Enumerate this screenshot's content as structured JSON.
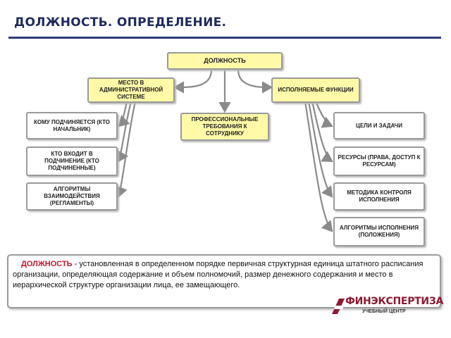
{
  "page": {
    "title": "ДОЛЖНОСТЬ. ОПРЕДЕЛЕНИЕ."
  },
  "diagram": {
    "root": "ДОЛЖНОСТЬ",
    "place": "МЕСТО В АДМИНИСТРАТИВНОЙ СИСТЕМЕ",
    "functions": "ИСПОЛНЯЕМЫЕ ФУНКЦИИ",
    "requirements": "ПРОФЕССИОНАЛЬНЫЕ ТРЕБОВАНИЯ К СОТРУДНИКУ",
    "left": [
      "КОМУ ПОДЧИНЯЕТСЯ (КТО НАЧАЛЬНИК)",
      "КТО ВХОДИТ В ПОДЧИНЕНИЕ (КТО ПОДЧИНЕННЫЕ)",
      "АЛГОРИТМЫ ВЗАИМОДЕЙСТВИЯ (РЕГЛАМЕНТЫ)"
    ],
    "right": [
      "ЦЕЛИ И ЗАДАЧИ",
      "РЕСУРСЫ (ПРАВА, ДОСТУП К РЕСУРСАМ)",
      "МЕТОДИКА КОНТРОЛЯ ИСПОЛНЕНИЯ",
      "АЛГОРИТМЫ ИСПОЛНЕНИЯ (ПОЛОЖЕНИЯ)"
    ]
  },
  "definition": {
    "term": "ДОЛЖНОСТЬ",
    "text": " - установленная в определенном порядке первичная структурная единица штатного расписания организации, определяющая содержание и объем полномочий, размер денежного содержания и место в иерархической структуре организации лица, ее замещающего."
  },
  "logo": {
    "name": "ФИНЭКСПЕРТИЗА",
    "subtitle": "УЧЕБНЫЙ ЦЕНТР"
  },
  "colors": {
    "accent": "#2f3b7a",
    "box_fill": "#fff9a8",
    "term": "#c0162b",
    "logo": "#8c1a33"
  }
}
